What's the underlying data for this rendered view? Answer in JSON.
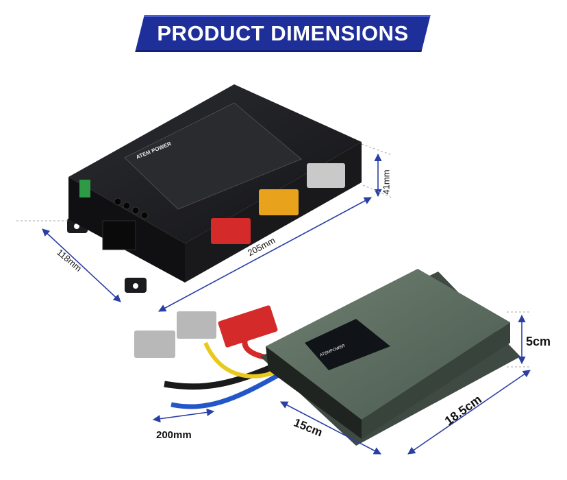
{
  "banner": {
    "title": "PRODUCT DIMENSIONS"
  },
  "top_product": {
    "brand": "ATEM POWER",
    "dims": {
      "length": "205mm",
      "width": "118mm",
      "height": "41mm"
    }
  },
  "bottom_product": {
    "brand": "ATEMPOWER",
    "dims": {
      "length": "15cm",
      "width": "18.5cm",
      "height": "5cm",
      "cable": "200mm"
    }
  },
  "colors": {
    "banner": "#1e2f9a",
    "dim_line": "#2a3fa6",
    "top_body": "#1c1d20",
    "bottom_body": "#55665a"
  }
}
